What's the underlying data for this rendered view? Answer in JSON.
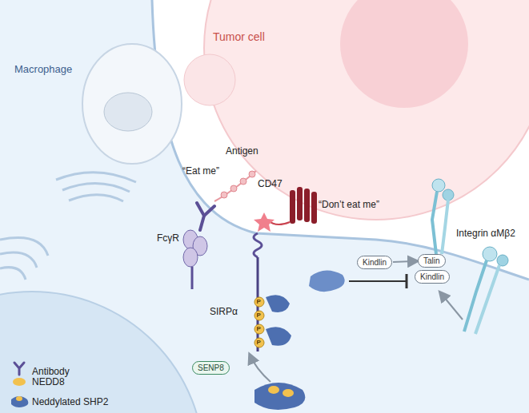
{
  "diagram": {
    "nodes": [
      {
        "text": [
          "Kindlin"
        ]
      },
      {
        "text": [
          "Talin"
        ]
      },
      {
        "text": [
          "Kindlin"
        ]
      },
      {
        "text": [
          "SENP8"
        ]
      }
    ],
    "edges": [
      {
        "from": 0,
        "to": 1,
        "arrow": "to"
      }
    ],
    "labels": [
      "Tumor cell",
      "Macrophage",
      "Antigen",
      "“Eat me”",
      "FcγR",
      "CD47",
      "“Don’t eat me”",
      "Integrin αMβ2",
      "SIRPα",
      "P",
      "P",
      "P",
      "P"
    ],
    "legend": [
      {
        "text": "Antibody"
      },
      {
        "text": "NEDD8"
      },
      {
        "text": "Neddylated SHP2"
      }
    ]
  }
}
